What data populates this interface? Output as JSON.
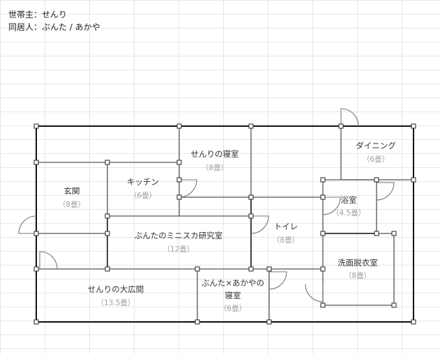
{
  "header": {
    "householder": "世帯主：せんり",
    "cohabitants": "同居人：ぶんた / あかや"
  },
  "rooms": [
    {
      "name": "せんりの寝室",
      "name2": "",
      "size": "（8畳）"
    },
    {
      "name": "ダイニング",
      "name2": "",
      "size": "（6畳）"
    },
    {
      "name": "玄関",
      "name2": "",
      "size": "（8畳）"
    },
    {
      "name": "キッチン",
      "name2": "",
      "size": "（6畳）"
    },
    {
      "name": "浴室",
      "name2": "",
      "size": "（4.5畳）"
    },
    {
      "name": "ぶんたのミニスカ研究室",
      "name2": "",
      "size": "（12畳）"
    },
    {
      "name": "トイレ",
      "name2": "",
      "size": "（8畳）"
    },
    {
      "name": "洗面脱衣室",
      "name2": "",
      "size": "（8畳）"
    },
    {
      "name": "せんりの大広間",
      "name2": "",
      "size": "（13.5畳）"
    },
    {
      "name": "ぶんた×あかやの",
      "name2": "寝室",
      "size": "（6畳）"
    }
  ],
  "colors": {
    "outer_wall": "#111111",
    "inner_wall": "#555555",
    "thin_wall": "#8a8a8a",
    "door_arc": "#777777",
    "handle_fill": "#ffffff",
    "handle_stroke": "#222222"
  }
}
